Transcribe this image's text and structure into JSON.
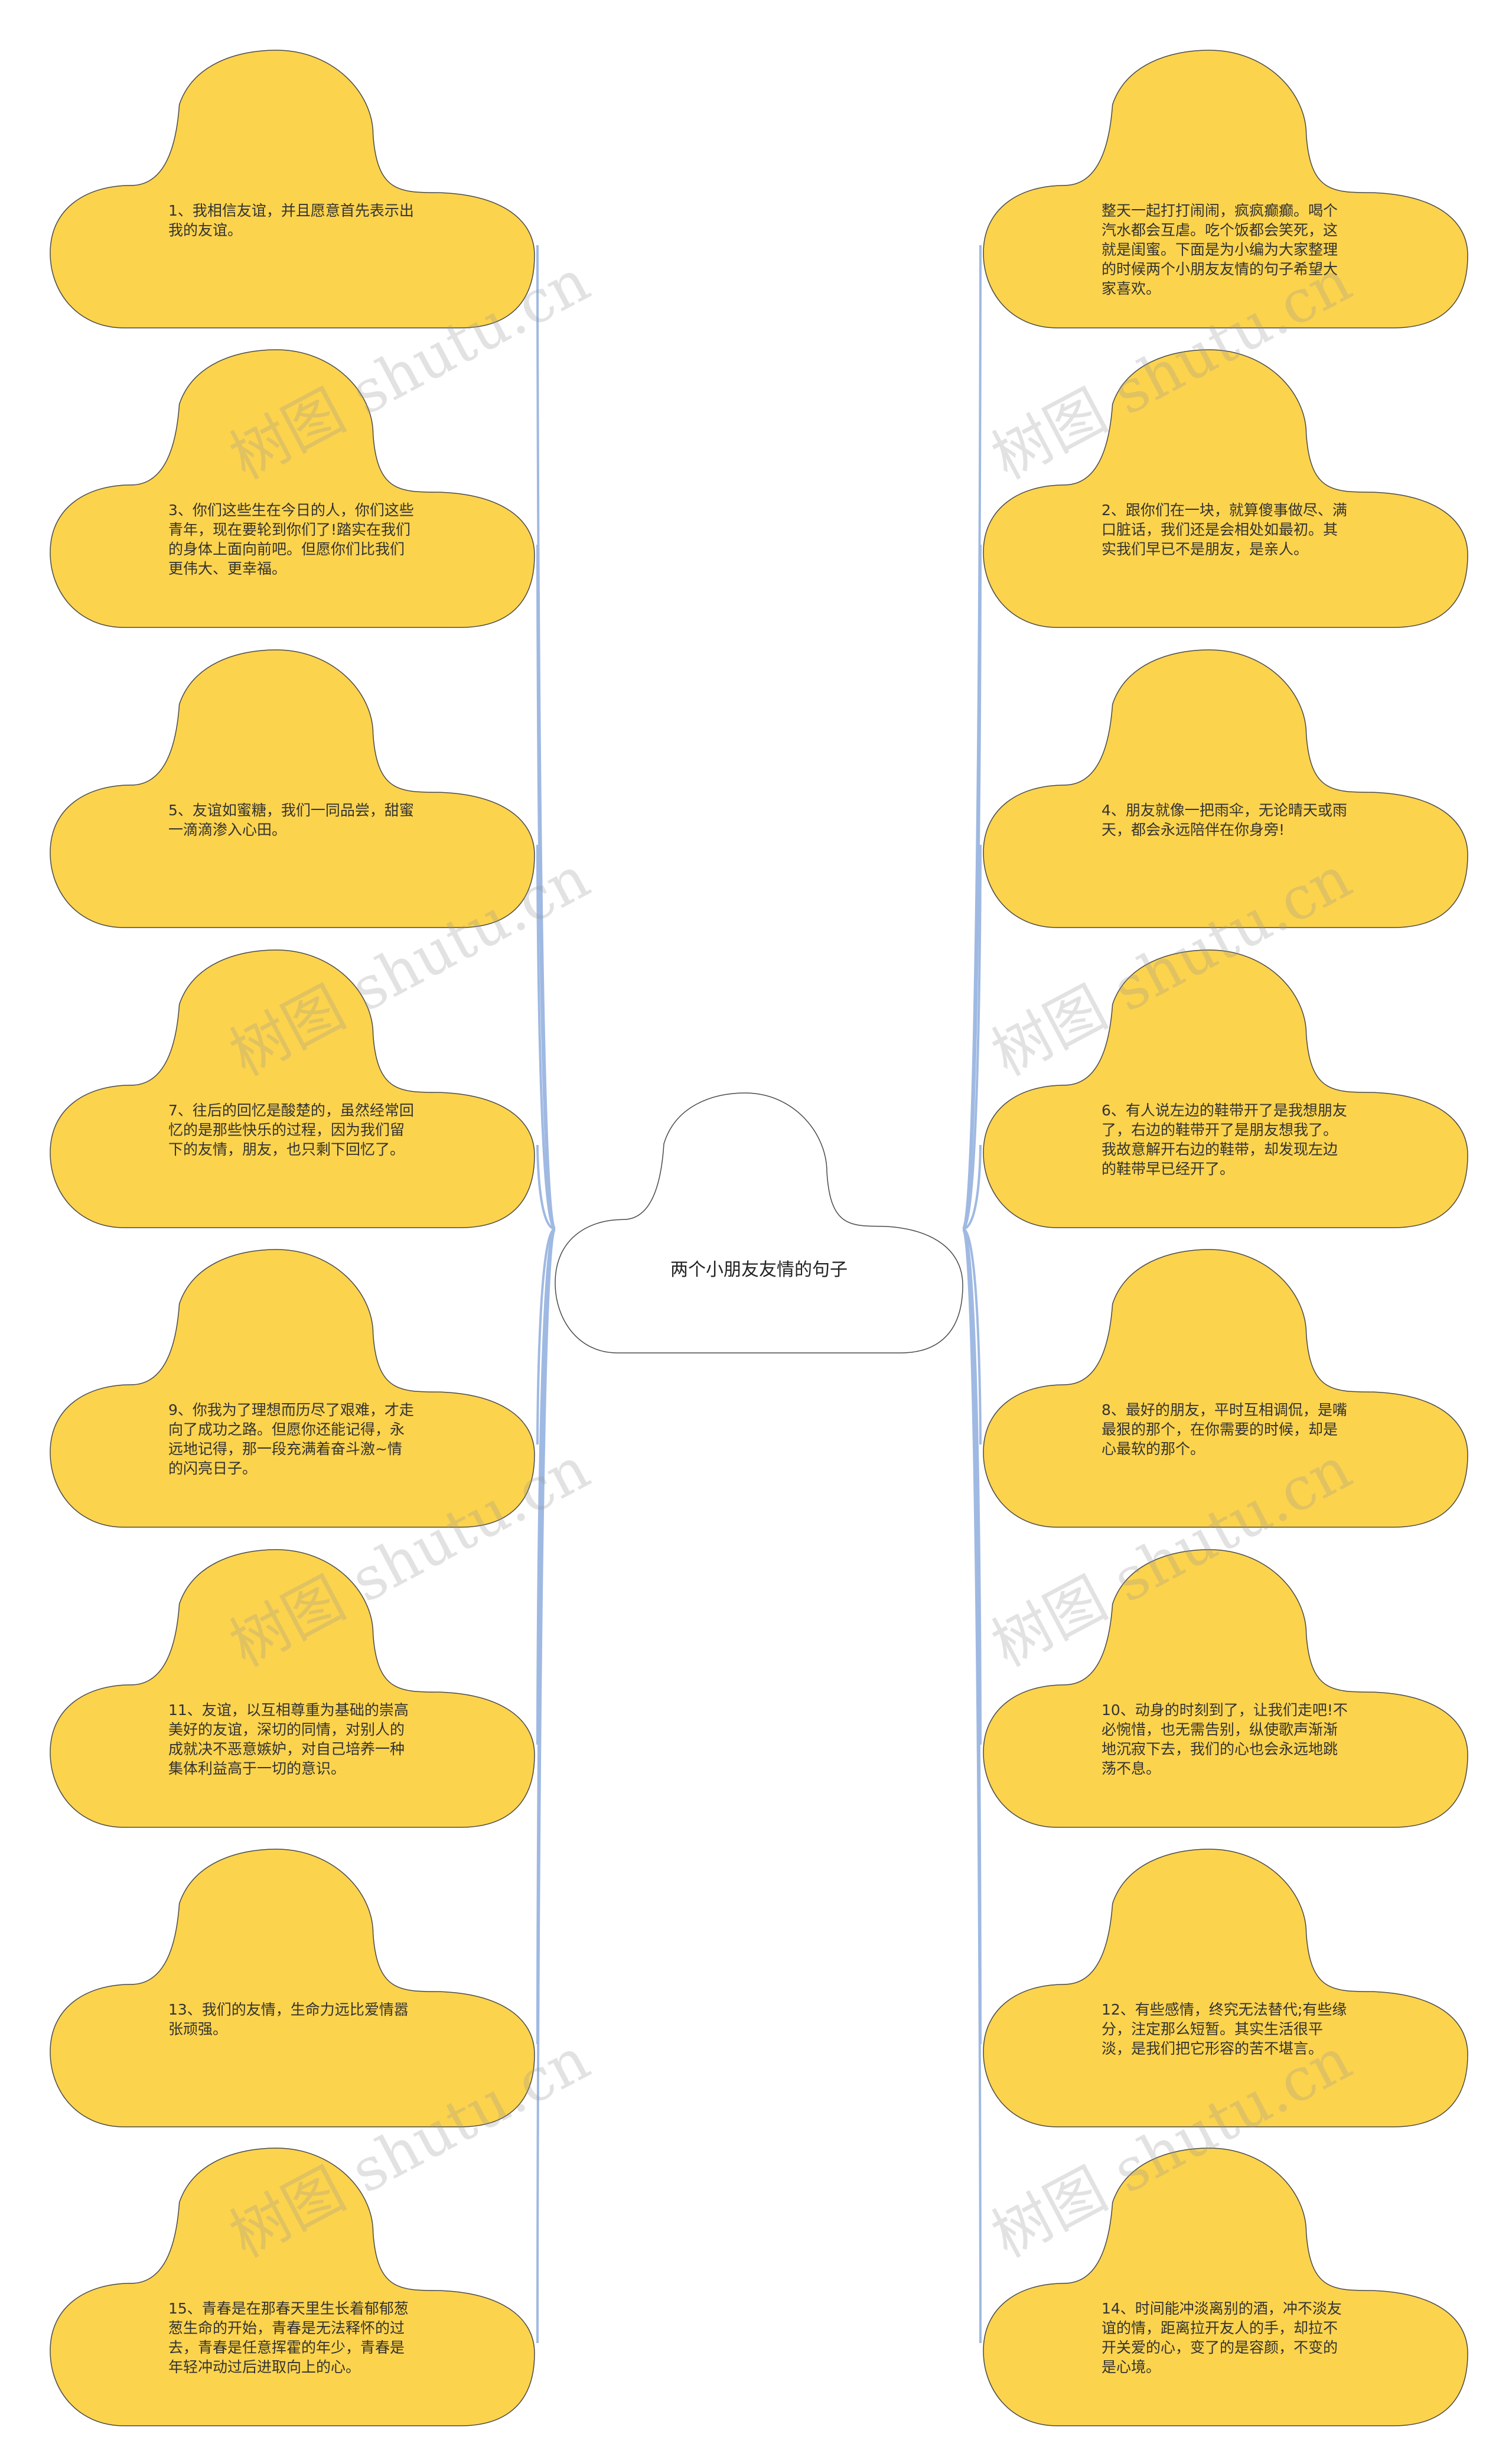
{
  "colors": {
    "node_fill": "#fcd34d",
    "node_stroke": "#4a4a4a",
    "center_fill": "#ffffff",
    "link": "#9fb9e2"
  },
  "center": {
    "label": "两个小朋友友情的句子"
  },
  "left_nodes": [
    {
      "text": "1、我相信友谊，并且愿意首先表示出我的友谊。"
    },
    {
      "text": "3、你们这些生在今日的人，你们这些青年，现在要轮到你们了!踏实在我们的身体上面向前吧。但愿你们比我们更伟大、更幸福。"
    },
    {
      "text": "5、友谊如蜜糖，我们一同品尝，甜蜜一滴滴渗入心田。"
    },
    {
      "text": "7、往后的回忆是酸楚的，虽然经常回忆的是那些快乐的过程，因为我们留下的友情，朋友，也只剩下回忆了。"
    },
    {
      "text": "9、你我为了理想而历尽了艰难，才走向了成功之路。但愿你还能记得，永远地记得，那一段充满着奋斗激~情的闪亮日子。"
    },
    {
      "text": "11、友谊，以互相尊重为基础的崇高美好的友谊，深切的同情，对别人的成就决不恶意嫉妒，对自己培养一种集体利益高于一切的意识。"
    },
    {
      "text": "13、我们的友情，生命力远比爱情嚣张顽强。"
    },
    {
      "text": "15、青春是在那春天里生长着郁郁葱葱生命的开始，青春是无法释怀的过去，青春是任意挥霍的年少，青春是年轻冲动过后进取向上的心。"
    }
  ],
  "right_nodes": [
    {
      "text": "整天一起打打闹闹，疯疯癫癫。喝个汽水都会互虐。吃个饭都会笑死，这就是闺蜜。下面是为小编为大家整理的时候两个小朋友友情的句子希望大家喜欢。"
    },
    {
      "text": "2、跟你们在一块，就算傻事做尽、满口脏话，我们还是会相处如最初。其实我们早已不是朋友，是亲人。"
    },
    {
      "text": "4、朋友就像一把雨伞，无论晴天或雨天，都会永远陪伴在你身旁!"
    },
    {
      "text": "6、有人说左边的鞋带开了是我想朋友了，右边的鞋带开了是朋友想我了。我故意解开右边的鞋带，却发现左边的鞋带早已经开了。"
    },
    {
      "text": "8、最好的朋友，平时互相调侃，是嘴最狠的那个，在你需要的时候，却是心最软的那个。"
    },
    {
      "text": "10、动身的时刻到了，让我们走吧!不必惋惜，也无需告别，纵使歌声渐渐地沉寂下去，我们的心也会永远地跳荡不息。"
    },
    {
      "text": "12、有些感情，终究无法替代;有些缘分，注定那么短暂。其实生活很平淡，是我们把它形容的苦不堪言。"
    },
    {
      "text": "14、时间能冲淡离别的酒，冲不淡友谊的情，距离拉开友人的手，却拉不开关爱的心，变了的是容颜，不变的是心境。"
    }
  ],
  "watermark": {
    "text": "树图 shutu.cn"
  }
}
